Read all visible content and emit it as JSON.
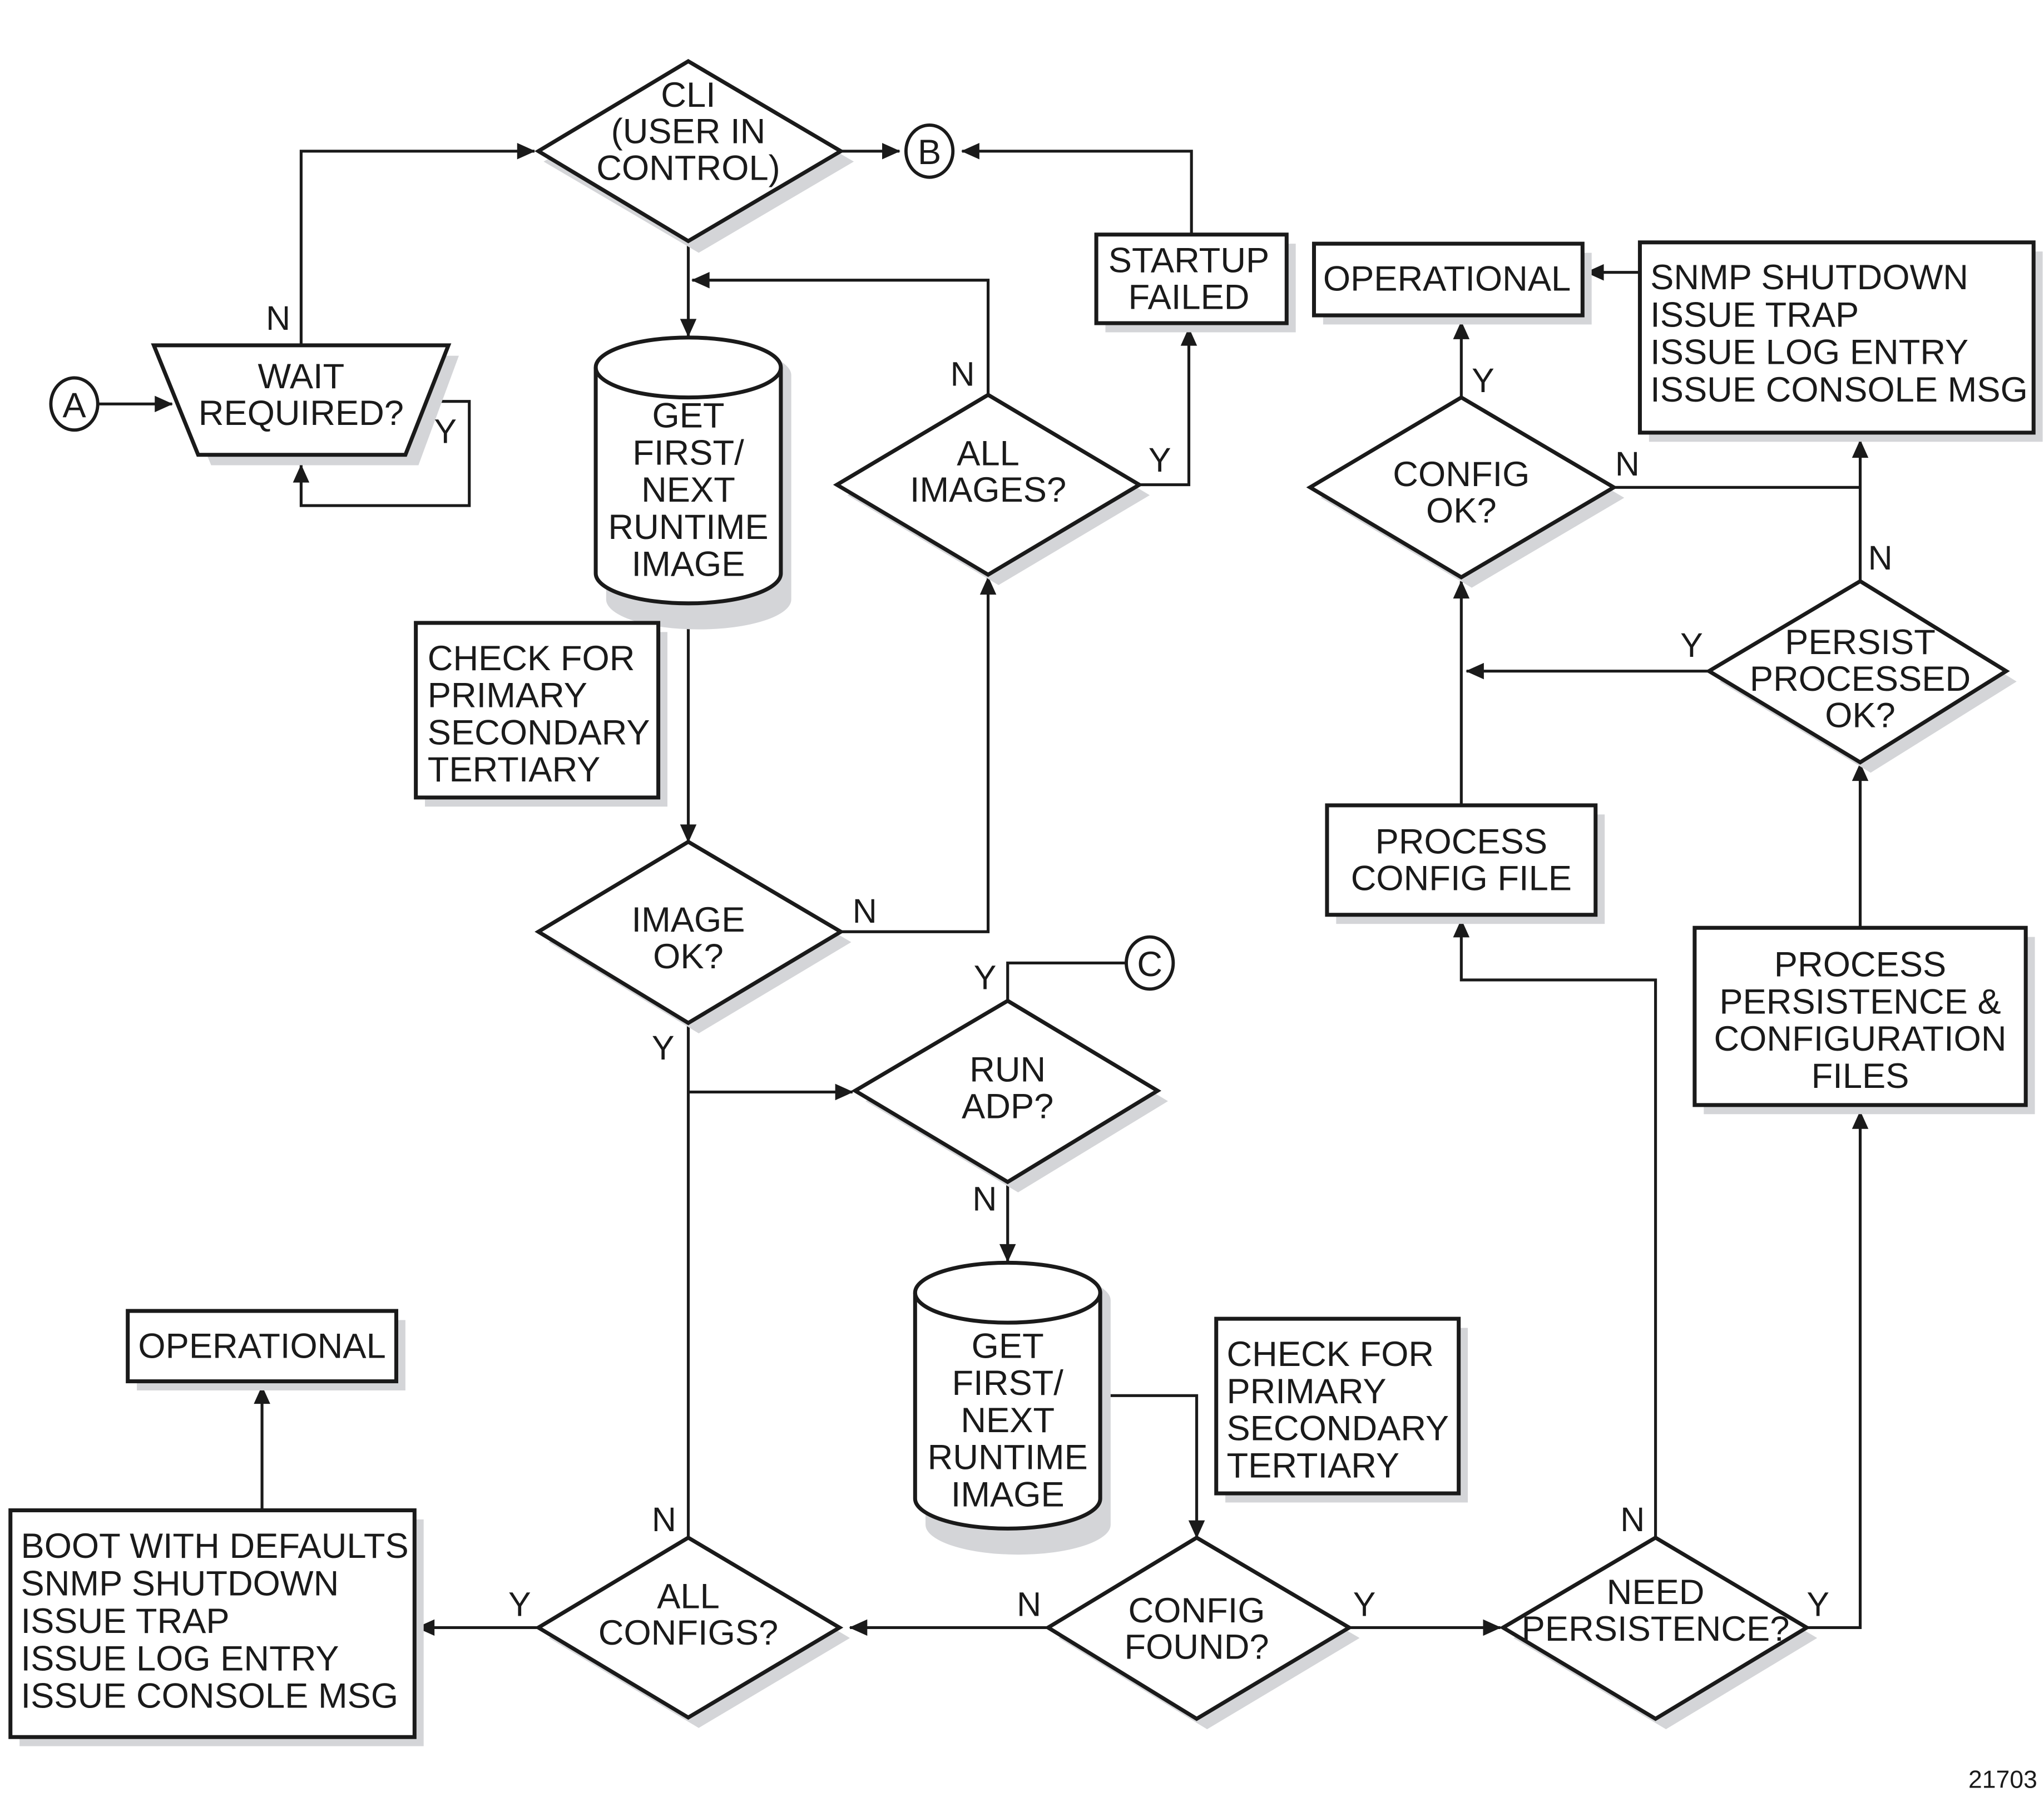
{
  "figure_number": "21703",
  "connectors": {
    "A": "A",
    "B": "B",
    "C": "C"
  },
  "nodes": {
    "cli": [
      "CLI",
      "(USER IN",
      "CONTROL)"
    ],
    "wait_required": [
      "WAIT",
      "REQUIRED?"
    ],
    "get_image_1": [
      "GET",
      "FIRST/",
      "NEXT",
      "RUNTIME",
      "IMAGE"
    ],
    "check_note_1": [
      "CHECK FOR",
      "PRIMARY",
      "SECONDARY",
      "TERTIARY"
    ],
    "all_images": [
      "ALL",
      "IMAGES?"
    ],
    "startup_failed": [
      "STARTUP",
      "FAILED"
    ],
    "image_ok": [
      "IMAGE",
      "OK?"
    ],
    "run_adp": [
      "RUN",
      "ADP?"
    ],
    "get_image_2": [
      "GET",
      "FIRST/",
      "NEXT",
      "RUNTIME",
      "IMAGE"
    ],
    "check_note_2": [
      "CHECK FOR",
      "PRIMARY",
      "SECONDARY",
      "TERTIARY"
    ],
    "operational_left": [
      "OPERATIONAL"
    ],
    "boot_defaults": [
      "BOOT WITH DEFAULTS",
      "SNMP SHUTDOWN",
      "ISSUE TRAP",
      "ISSUE LOG ENTRY",
      "ISSUE CONSOLE MSG"
    ],
    "all_configs": [
      "ALL",
      "CONFIGS?"
    ],
    "config_found": [
      "CONFIG",
      "FOUND?"
    ],
    "need_persistence": [
      "NEED",
      "PERSISTENCE?"
    ],
    "process_persistence": [
      "PROCESS",
      "PERSISTENCE &",
      "CONFIGURATION",
      "FILES"
    ],
    "persist_processed": [
      "PERSIST",
      "PROCESSED",
      "OK?"
    ],
    "process_config": [
      "PROCESS",
      "CONFIG FILE"
    ],
    "config_ok": [
      "CONFIG",
      "OK?"
    ],
    "operational_right": [
      "OPERATIONAL"
    ],
    "snmp_right": [
      "SNMP SHUTDOWN",
      "ISSUE TRAP",
      "ISSUE LOG ENTRY",
      "ISSUE CONSOLE MSG"
    ]
  },
  "edge_labels": {
    "wait_n": "N",
    "wait_y": "Y",
    "all_images_n": "N",
    "all_images_y": "Y",
    "image_ok_n": "N",
    "image_ok_y": "Y",
    "run_adp_y": "Y",
    "run_adp_n": "N",
    "all_configs_n": "N",
    "all_configs_y": "Y",
    "config_found_n": "N",
    "config_found_y": "Y",
    "need_persistence_n": "N",
    "need_persistence_y": "Y",
    "persist_processed_n": "N",
    "persist_processed_y": "Y",
    "config_ok_n": "N",
    "config_ok_y": "Y"
  }
}
